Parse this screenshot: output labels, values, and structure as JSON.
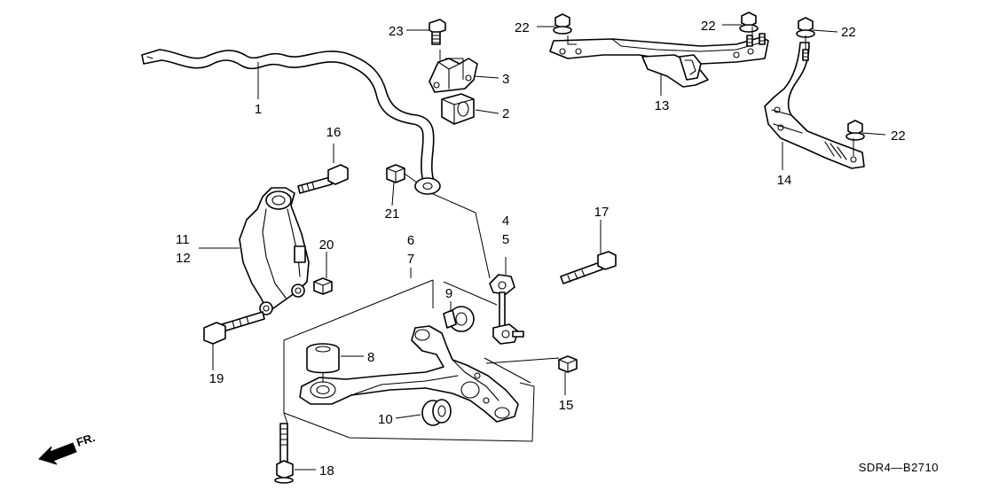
{
  "callouts": {
    "c1": "1",
    "c2": "2",
    "c3": "3",
    "c4": "4",
    "c5": "5",
    "c6": "6",
    "c7": "7",
    "c8": "8",
    "c9": "9",
    "c10": "10",
    "c11": "11",
    "c12": "12",
    "c13": "13",
    "c14": "14",
    "c15": "15",
    "c16": "16",
    "c17": "17",
    "c18": "18",
    "c19": "19",
    "c20": "20",
    "c21": "21",
    "c22": "22",
    "c23": "23"
  },
  "direction_marker": "FR.",
  "diagram_code": "SDR4—B2710"
}
